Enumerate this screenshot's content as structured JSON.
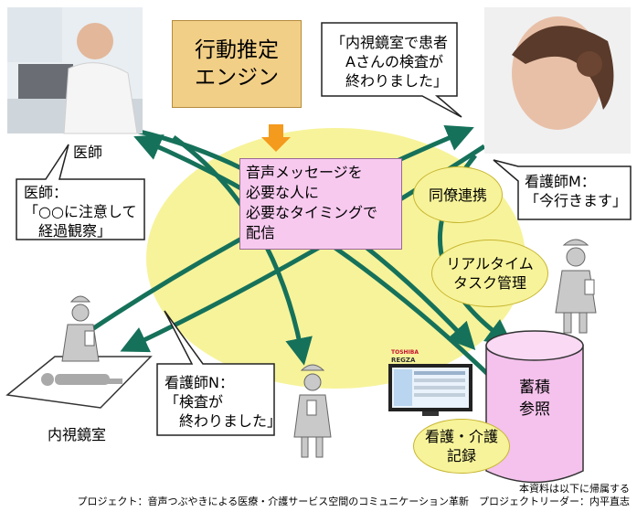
{
  "engine": {
    "line1": "行動推定",
    "line2": "エンジン"
  },
  "message_box": {
    "lines": [
      "音声メッセージを",
      "必要な人に",
      "必要なタイミングで",
      "配信"
    ]
  },
  "bubbles": {
    "patient_done": {
      "lines": [
        "「内視鏡室で患者",
        "　Aさんの検査が",
        "　終わりました」"
      ]
    },
    "doctor_note": {
      "lines": [
        "医師：",
        "「○○に注意して",
        "　経過観察」"
      ]
    },
    "nurse_m_note": {
      "lines": [
        "看護師M：",
        "「今行きます」"
      ]
    },
    "nurse_n_note": {
      "lines": [
        "看護師N：",
        "「検査が",
        "　終わりました」"
      ]
    }
  },
  "people": {
    "doctor": "医師",
    "endoscopy_room": "内視鏡室"
  },
  "tags": {
    "colleague": "同僚連携",
    "realtime_1": "リアルタイム",
    "realtime_2": "タスク管理",
    "care_record_1": "看護・介護",
    "care_record_2": "記録"
  },
  "database": {
    "line1": "蓄積",
    "line2": "参照"
  },
  "tv": {
    "brand": "TOSHIBA",
    "model": "REGZA"
  },
  "footer": {
    "line1": "本資料は以下に帰属する",
    "line2": "プロジェクト：音声つぶやきによる医療・介護サービス空間のコミュニケーション革新　プロジェクトリーダー：内平直志"
  },
  "colors": {
    "ellipse": "#f7f39a",
    "engine": "#f2cf87",
    "message": "#f7c9ef",
    "arrow": "#16715a",
    "orange_arrow": "#f49a1c",
    "database": "#f4c2ec",
    "nurse_figure": "#c9c9c9"
  }
}
